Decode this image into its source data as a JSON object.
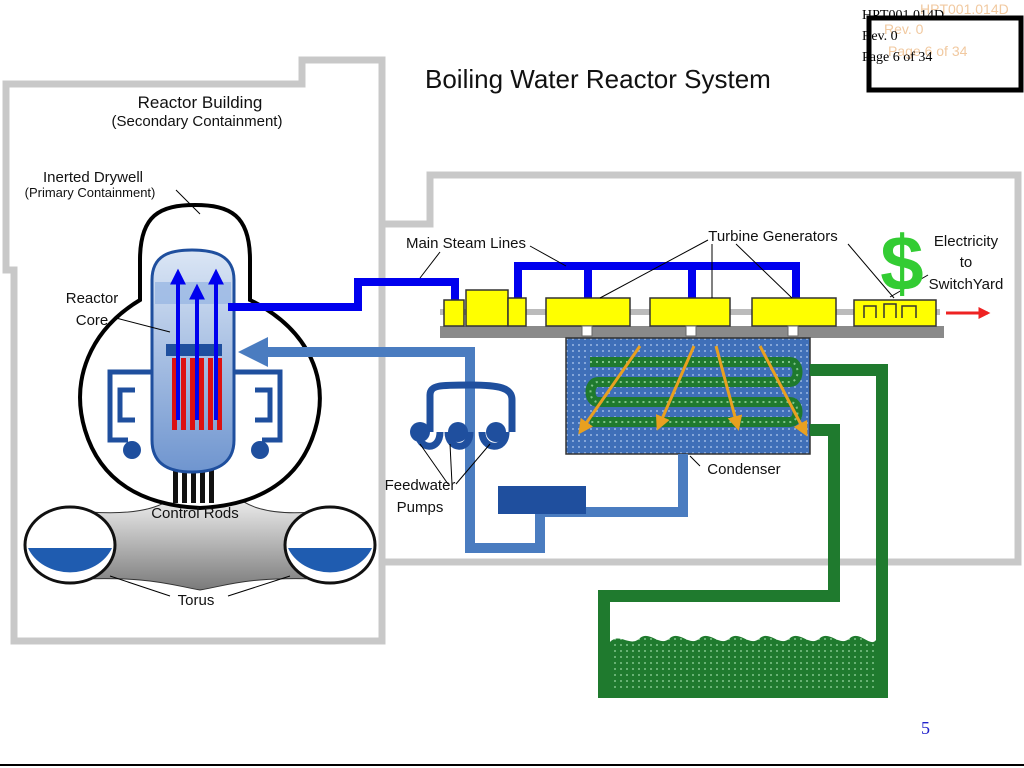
{
  "header": {
    "doc_id": "HPT001.014D",
    "rev": "Rev. 0",
    "page": "Page 6 of 34",
    "ghost_doc_id": "HPT001.014D",
    "ghost_rev": "Rev. 0",
    "ghost_page": "Page 6 of 34"
  },
  "diagram": {
    "title": "Boiling Water Reactor System",
    "labels": {
      "reactor_building": "Reactor Building",
      "secondary_containment": "(Secondary Containment)",
      "inerted_drywell": "Inerted Drywell",
      "primary_containment": "(Primary Containment)",
      "reactor": "Reactor",
      "core": "Core",
      "control_rods": "Control Rods",
      "torus": "Torus",
      "main_steam_lines": "Main Steam Lines",
      "turbine_generators": "Turbine Generators",
      "electricity": "Electricity",
      "to": "to",
      "switchyard": "SwitchYard",
      "feedwater": "Feedwater",
      "pumps": "Pumps",
      "condenser": "Condenser"
    },
    "dollar_sign": "$"
  },
  "slide_number": "5",
  "colors": {
    "steam_line": "#0000ee",
    "feedwater_line": "#4a7cc0",
    "cooling_water": "#1f7a2e",
    "turbine": "#ffff00",
    "control_rod": "#dd1111",
    "flow_arrow": "#e8a020",
    "dollar": "#33cc33",
    "electricity_arrow": "#ee2222",
    "building_wall": "#c8c8c8"
  },
  "icons": [
    "dollar-icon",
    "electricity-arrow-icon",
    "flow-arrow-icon"
  ]
}
